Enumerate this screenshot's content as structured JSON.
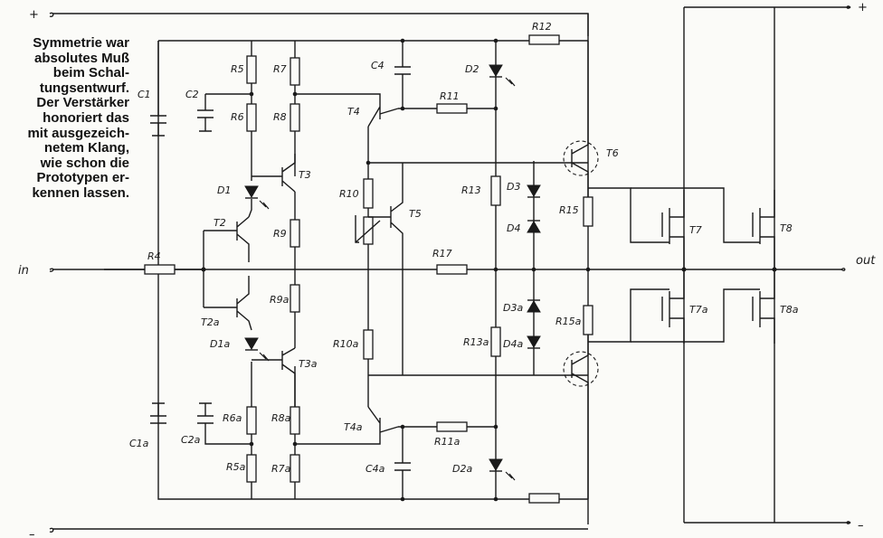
{
  "caption_lines": [
    "Symmetrie war",
    "absolutes Muß",
    "beim Schal-",
    "tungsentwurf.",
    "Der Verstärker",
    "honoriert das",
    "mit ausgezeich-",
    "netem Klang,",
    "wie schon die",
    "Prototypen er-",
    "kennen lassen."
  ],
  "terminals": {
    "plus_left": "+",
    "minus_left": "–",
    "input": "in",
    "plus_right": "+",
    "output": "out",
    "minus_right": "–"
  },
  "components": {
    "R4": "R4",
    "R5": "R5",
    "R6": "R6",
    "R7": "R7",
    "R8": "R8",
    "R9": "R9",
    "R10": "R10",
    "R11": "R11",
    "R12": "R12",
    "R13": "R13",
    "R15": "R15",
    "R17": "R17",
    "R5a": "R5a",
    "R6a": "R6a",
    "R7a": "R7a",
    "R8a": "R8a",
    "R9a": "R9a",
    "R10a": "R10a",
    "R11a": "R11a",
    "R13a": "R13a",
    "R15a": "R15a",
    "C1": "C1",
    "C2": "C2",
    "C4": "C4",
    "C1a": "C1a",
    "C2a": "C2a",
    "C4a": "C4a",
    "D1": "D1",
    "D2": "D2",
    "D3": "D3",
    "D4": "D4",
    "D1a": "D1a",
    "D2a": "D2a",
    "D3a": "D3a",
    "D4a": "D4a",
    "T2": "T2",
    "T3": "T3",
    "T4": "T4",
    "T5": "T5",
    "T6": "T6",
    "T7": "T7",
    "T8": "T8",
    "T2a": "T2a",
    "T3a": "T3a",
    "T4a": "T4a",
    "T7a": "T7a",
    "T8a": "T8a"
  }
}
